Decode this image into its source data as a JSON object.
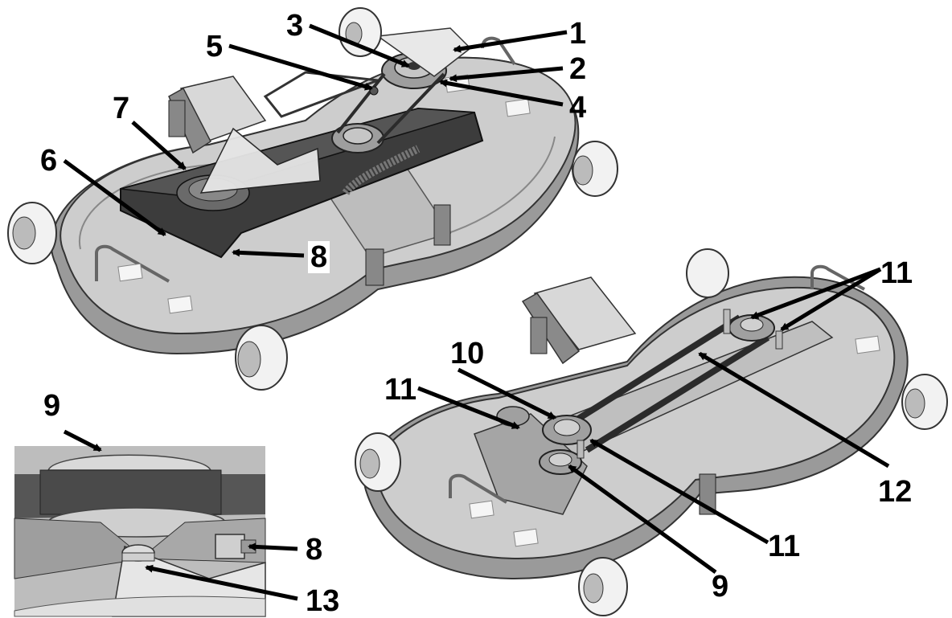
{
  "diagram": {
    "callouts": [
      {
        "id": "c1",
        "label": "1"
      },
      {
        "id": "c2",
        "label": "2"
      },
      {
        "id": "c3",
        "label": "3"
      },
      {
        "id": "c4",
        "label": "4"
      },
      {
        "id": "c5",
        "label": "5"
      },
      {
        "id": "c6",
        "label": "6"
      },
      {
        "id": "c7",
        "label": "7"
      },
      {
        "id": "c8a",
        "label": "8"
      },
      {
        "id": "c8b",
        "label": "8"
      },
      {
        "id": "c9a",
        "label": "9"
      },
      {
        "id": "c9b",
        "label": "9"
      },
      {
        "id": "c10",
        "label": "10"
      },
      {
        "id": "c11a",
        "label": "11"
      },
      {
        "id": "c11b",
        "label": "11"
      },
      {
        "id": "c11c",
        "label": "11"
      },
      {
        "id": "c12",
        "label": "12"
      },
      {
        "id": "c13",
        "label": "13"
      }
    ]
  },
  "colors": {
    "deck": "#c9c9c9",
    "deck_shade": "#9a9a9a",
    "cover": "#3c3c3c",
    "belt": "#2b2b2b",
    "tire": "#f2f2f2",
    "ink": "#000000"
  }
}
